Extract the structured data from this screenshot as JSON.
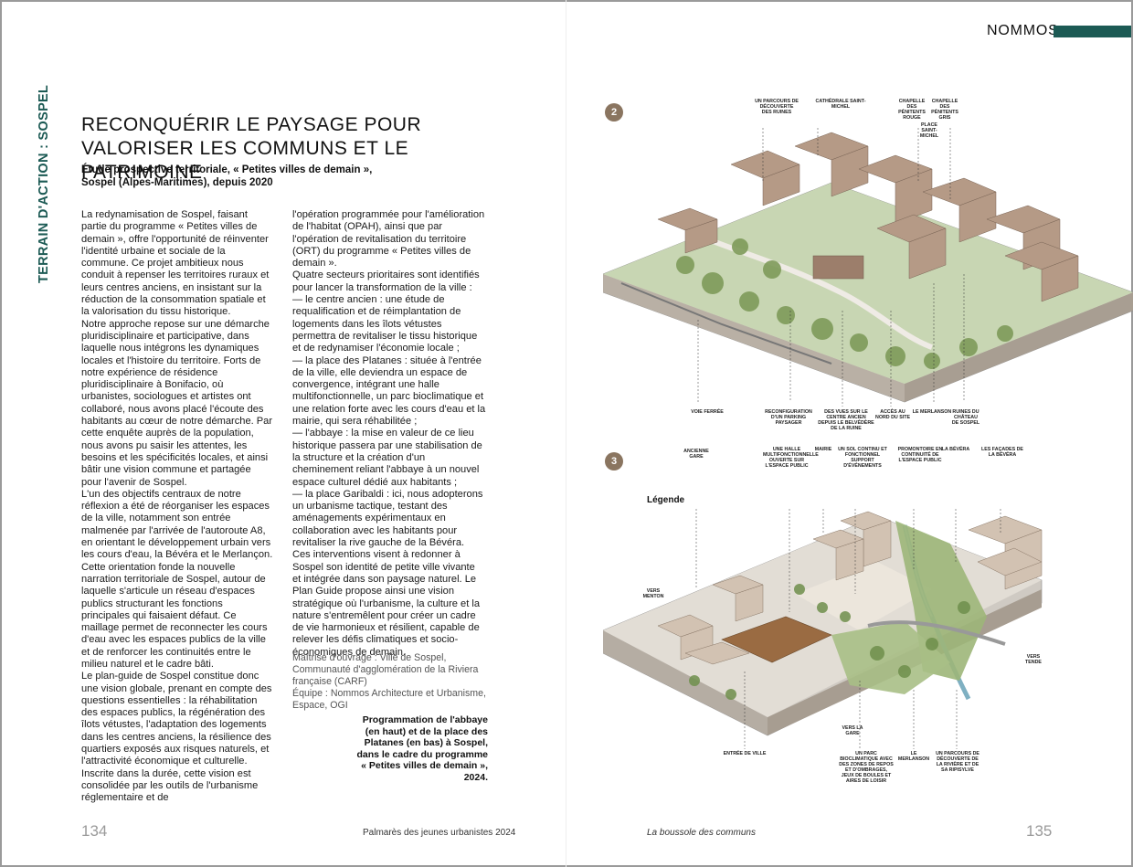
{
  "left_page": {
    "section_tab": "TERRAIN D'ACTION : SOSPEL",
    "title": "Reconquérir le paysage pour valoriser les communs et le patrimoine",
    "subtitle_line1": "Étude prospective territoriale, « Petites villes de demain »,",
    "subtitle_line2": "Sospel (Alpes-Maritimes), depuis 2020",
    "column1": [
      "La redynamisation de Sospel, faisant partie du programme « Petites villes de demain », offre l'opportunité de réinventer l'identité urbaine et sociale de la commune. Ce projet ambitieux nous conduit à repenser les territoires ruraux et leurs centres anciens, en insistant sur la réduction de la consommation spatiale et la valorisation du tissu historique.",
      "Notre approche repose sur une démarche pluridisciplinaire et participative, dans laquelle nous intégrons les dynamiques locales et l'histoire du territoire. Forts de notre expérience de résidence pluridisciplinaire à Bonifacio, où urbanistes, sociologues et artistes ont collaboré, nous avons placé l'écoute des habitants au cœur de notre démarche. Par cette enquête auprès de la population, nous avons pu saisir les attentes, les besoins et les spécificités locales, et ainsi bâtir une vision commune et partagée pour l'avenir de Sospel.",
      "L'un des objectifs centraux de notre réflexion a été de réorganiser les espaces de la ville, notamment son entrée malmenée par l'arrivée de l'autoroute A8, en orientant le développement urbain vers les cours d'eau, la Bévéra et le Merlançon. Cette orientation fonde la nouvelle narration territoriale de Sospel, autour de laquelle s'articule un réseau d'espaces publics structurant les fonctions principales qui faisaient défaut. Ce maillage permet de reconnecter les cours d'eau avec les espaces publics de la ville et de renforcer les continuités entre le milieu naturel et le cadre bâti.",
      "Le plan-guide de Sospel constitue donc une vision globale, prenant en compte des questions essentielles : la réhabilitation des espaces publics, la régénération des îlots vétustes, l'adaptation des logements dans les centres anciens, la résilience des quartiers exposés aux risques naturels, et l'attractivité économique et culturelle. Inscrite dans la durée, cette vision est consolidée par les outils de l'urbanisme réglementaire et de"
    ],
    "column2": [
      "l'opération programmée pour l'amélioration de l'habitat (OPAH), ainsi que par l'opération de revitalisation du territoire (ORT) du programme « Petites villes de demain ».",
      "Quatre secteurs prioritaires sont identifiés pour lancer la transformation de la ville :",
      "— le centre ancien : une étude de requalification et de réimplantation de logements dans les îlots vétustes permettra de revitaliser le tissu historique et de redynamiser l'économie locale ;",
      "— la place des Platanes : située à l'entrée de la ville, elle deviendra un espace de convergence, intégrant une halle multifonctionnelle, un parc bioclimatique et une relation forte avec les cours d'eau et la mairie, qui sera réhabilitée ;",
      "— l'abbaye : la mise en valeur de ce lieu historique passera par une stabilisation de la structure et la création d'un cheminement reliant l'abbaye à un nouvel espace culturel dédié aux habitants ;",
      "— la place Garibaldi : ici, nous adopterons un urbanisme tactique, testant des aménagements expérimentaux en collaboration avec les habitants pour revitaliser la rive gauche de la Bévéra.",
      "Ces interventions visent à redonner à Sospel son identité de petite ville vivante et intégrée dans son paysage naturel. Le Plan Guide propose ainsi une vision stratégique où l'urbanisme, la culture et la nature s'entremêlent pour créer un cadre de vie harmonieux et résilient, capable de relever les défis climatiques et socio-économiques de demain."
    ],
    "credits": [
      "Maîtrise d'ouvrage : Ville de Sospel, Communauté d'agglomération de la Riviera française (CARF)",
      "Équipe : Nommos Architecture et Urbanisme, Espace, OGI"
    ],
    "caption": "Programmation de l'abbaye (en haut) et de la place des Platanes (en bas) à Sospel, dans le cadre du programme « Petites villes de demain », 2024.",
    "page_number": "134",
    "footer": "Palmarès des jeunes urbanistes 2024"
  },
  "right_page": {
    "brand": "NOMMOS",
    "brand_color": "#1c5a54",
    "page_number": "135",
    "footer": "La boussole des communs",
    "legend_title": "Légende",
    "figure2": {
      "badge": "2",
      "labels_top": [
        "UN PARCOURS DE DÉCOUVERTE DES RUINES",
        "CATHÉDRALE SAINT-MICHEL",
        "CHAPELLE DES PÉNITENTS ROUGE",
        "CHAPELLE DES PÉNITENTS GRIS",
        "PLACE SAINT-MICHEL"
      ],
      "labels_bottom": [
        "VOIE FERRÉE",
        "RECONFIGURATION D'UN PARKING PAYSAGER",
        "DES VUES SUR LE CENTRE ANCIEN DEPUIS LE BELVÉDÈRE DE LA RUINE",
        "ACCÈS AU NORD DU SITE",
        "LE MERLANSON",
        "RUINES DU CHÂTEAU DE SOSPEL"
      ]
    },
    "figure3": {
      "badge": "3",
      "labels_top": [
        "ANCIENNE GARE",
        "UNE HALLE MULTIFONCTIONNELLE OUVERTE SUR L'ESPACE PUBLIC",
        "MAIRIE",
        "UN SOL CONTINU ET FONCTIONNEL SUPPORT D'ÉVÉNEMENTS",
        "PROMONTOIRE EN CONTINUITÉ DE L'ESPACE PUBLIC",
        "LA BÉVÉRA",
        "LES FAÇADES DE LA BÉVÉRA"
      ],
      "labels_side": [
        "VERS MENTON",
        "VERS TENDE",
        "VERS LA GARE"
      ],
      "labels_bottom": [
        "ENTRÉE DE VILLE",
        "UN PARC BIOCLIMATIQUE AVEC DES ZONES DE REPOS ET D'OMBRAGES, JEUX DE BOULES ET AIRES DE LOISIR",
        "LE MERLANSON",
        "UN PARCOURS DE DÉCOUVERTE DE LA RIVIÈRE ET DE SA RIPISYLVE"
      ]
    }
  }
}
